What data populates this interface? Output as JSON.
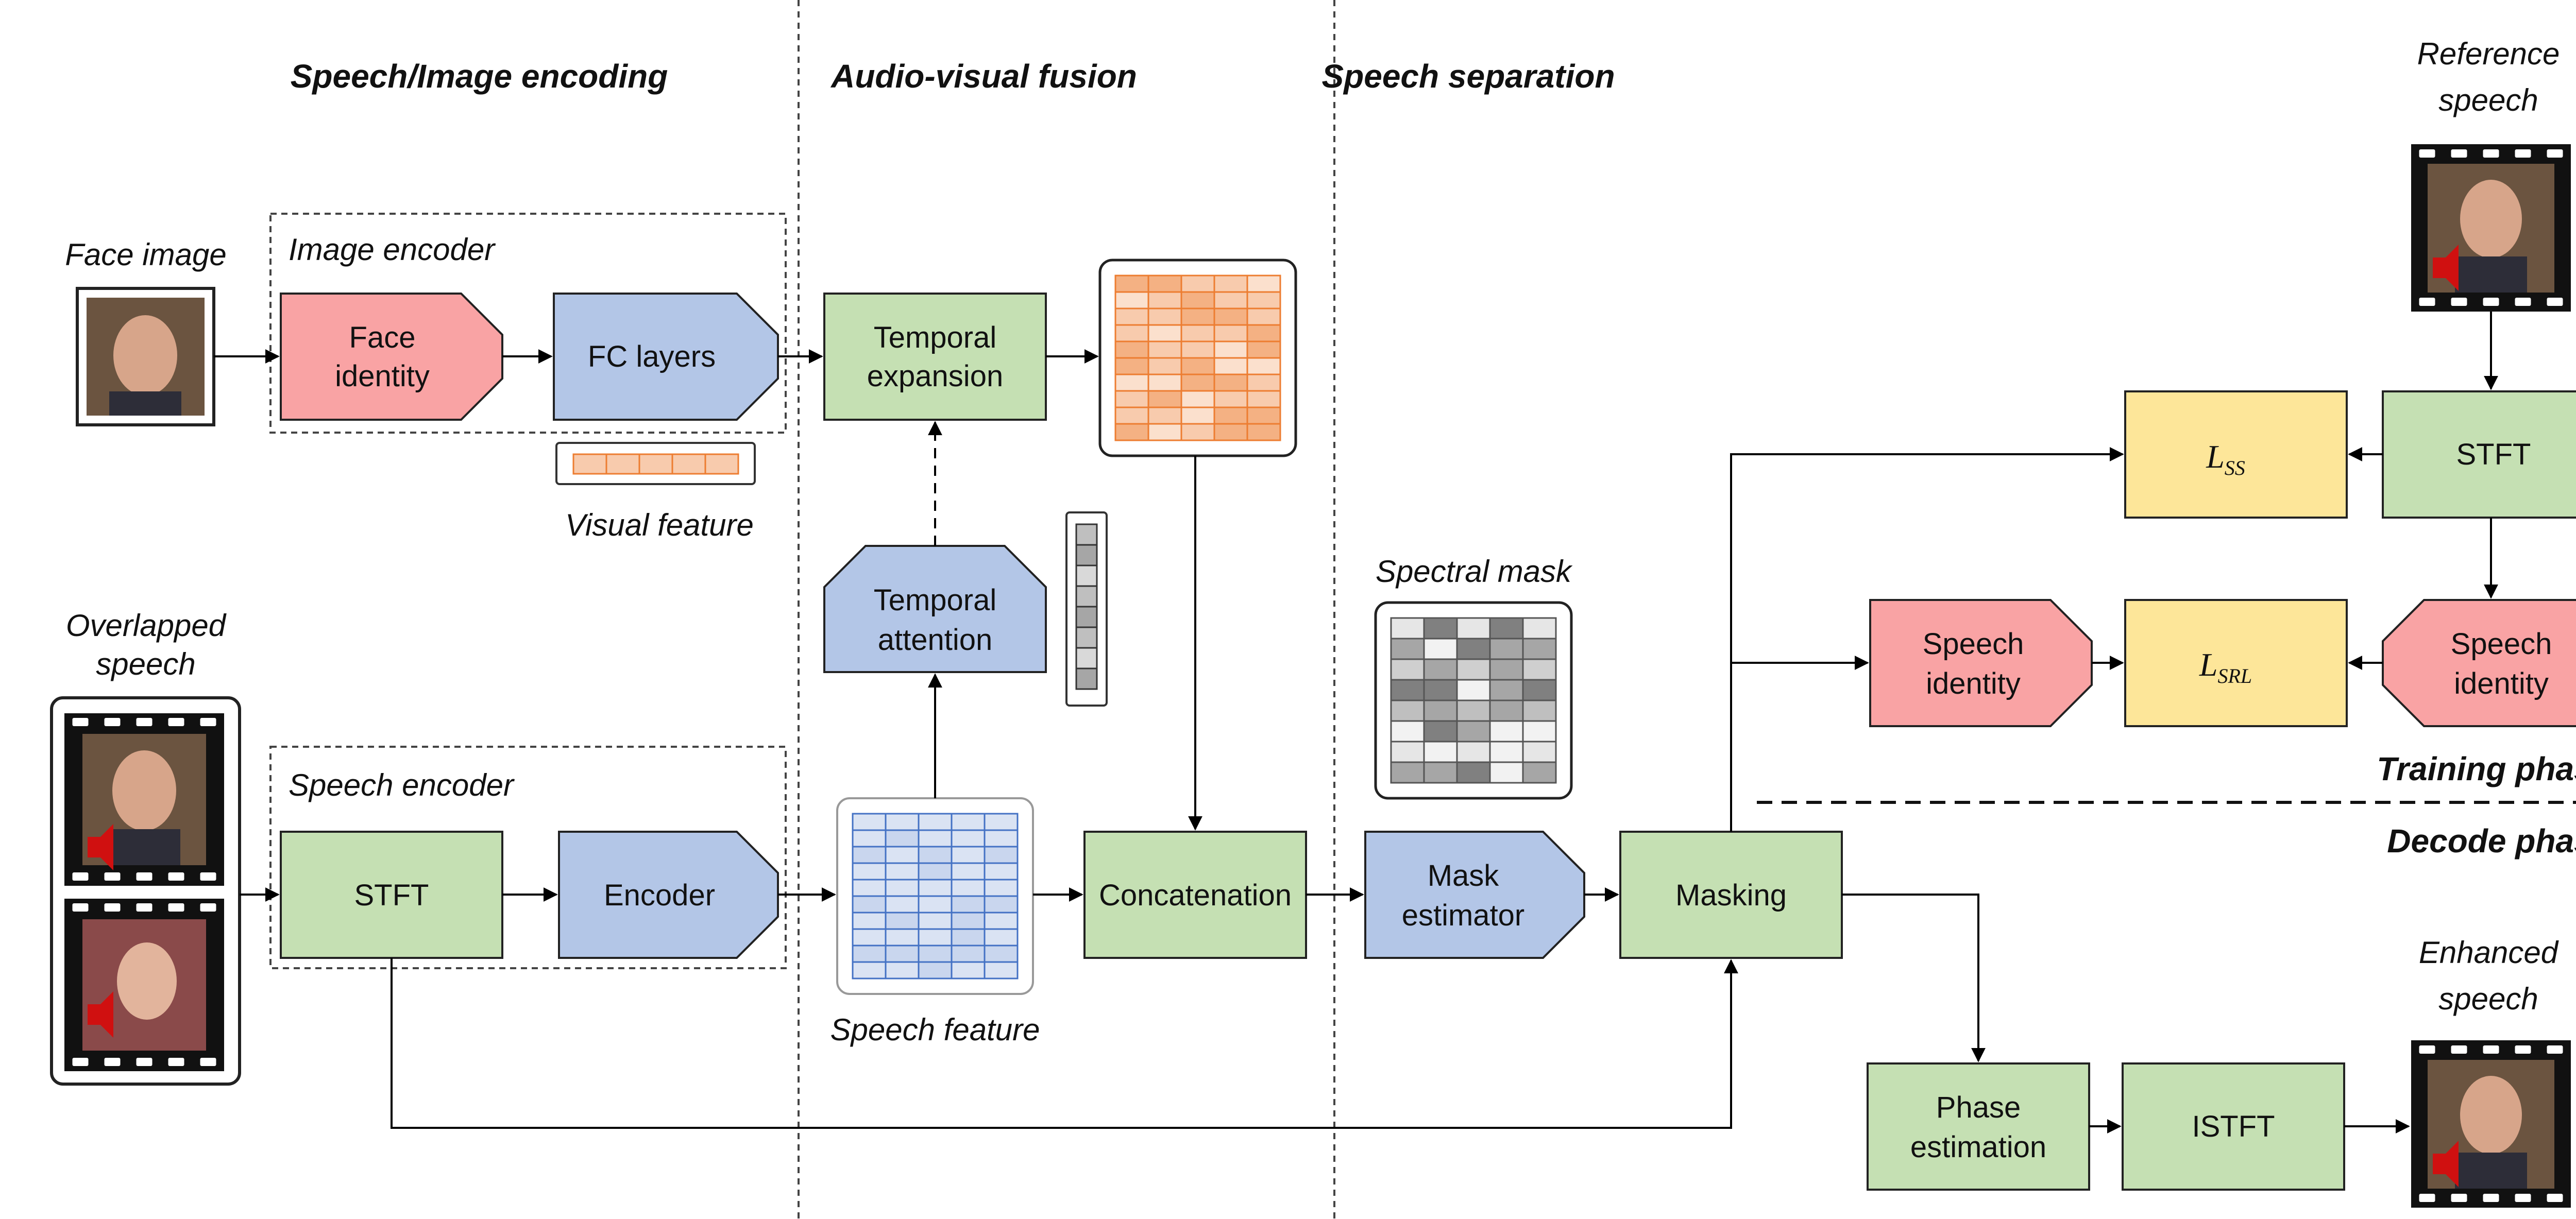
{
  "sections": {
    "encoding": "Speech/Image encoding",
    "fusion": "Audio-visual fusion",
    "separation": "Speech separation"
  },
  "inputs": {
    "face_image": "Face image",
    "overlapped_line1": "Overlapped",
    "overlapped_line2": "speech"
  },
  "image_encoder": {
    "title": "Image encoder",
    "face_identity_line1": "Face",
    "face_identity_line2": "identity",
    "fc_layers": "FC layers",
    "visual_feature": "Visual feature"
  },
  "speech_encoder": {
    "title": "Speech encoder",
    "stft": "STFT",
    "encoder": "Encoder",
    "speech_feature": "Speech feature"
  },
  "fusion": {
    "temporal_expansion_line1": "Temporal",
    "temporal_expansion_line2": "expansion",
    "temporal_attention_line1": "Temporal",
    "temporal_attention_line2": "attention",
    "concatenation": "Concatenation"
  },
  "separation": {
    "spectral_mask": "Spectral mask",
    "mask_estimator_line1": "Mask",
    "mask_estimator_line2": "estimator",
    "masking": "Masking",
    "phase_estimation_line1": "Phase",
    "phase_estimation_line2": "estimation",
    "istft": "ISTFT"
  },
  "training": {
    "reference_line1": "Reference",
    "reference_line2": "speech",
    "stft": "STFT",
    "loss_ss_main": "L",
    "loss_ss_sub": "SS",
    "loss_srl_main": "L",
    "loss_srl_sub": "SRL",
    "speech_identity_left_line1": "Speech",
    "speech_identity_left_line2": "identity",
    "speech_identity_right_line1": "Speech",
    "speech_identity_right_line2": "identity",
    "training_phase": "Training phase.",
    "decode_phase": "Decode phase."
  },
  "outputs": {
    "enhanced_line1": "Enhanced",
    "enhanced_line2": "speech"
  },
  "colors": {
    "red": "#f9a3a4",
    "blue": "#b3c6e7",
    "green": "#c5e0b3",
    "yellow": "#fde699",
    "orange": "#f4b183",
    "speech_grid": "#dae3f3"
  }
}
